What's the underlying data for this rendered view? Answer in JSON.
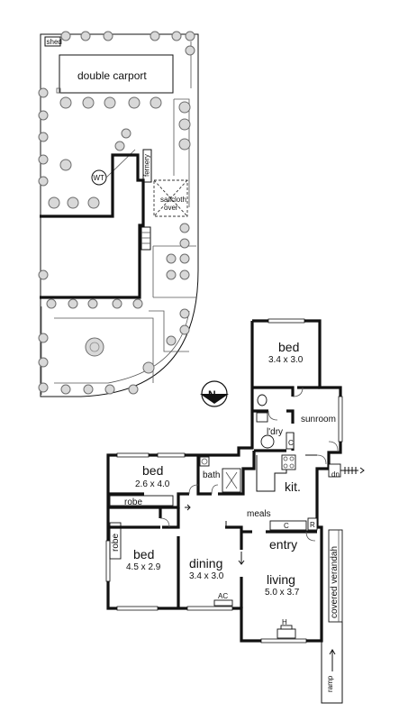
{
  "site": {
    "shed": "shed",
    "carport": "double carport",
    "water_tank": "WT",
    "fernery": "fernery",
    "sailcloth": "sailcloth over"
  },
  "rooms": {
    "bed1_name": "bed",
    "bed1_dim": "3.4 x 3.0",
    "sunroom": "sunroom",
    "laundry": "l'dry",
    "cupboard": "C",
    "bath": "bath",
    "bed2_name": "bed",
    "bed2_dim": "2.6 x 4.0",
    "robe_top": "robe",
    "robe_side": "robe",
    "bed3_name": "bed",
    "bed3_dim": "4.5 x 2.9",
    "kitchen": "kit.",
    "meals": "meals",
    "pantry": "C",
    "refrigerator": "R",
    "dining_name": "dining",
    "dining_dim": "3.4 x 3.0",
    "aircon": "AC",
    "entry": "entry",
    "living_name": "living",
    "living_dim": "5.0 x 3.7",
    "heater": "H",
    "verandah": "covered verandah",
    "down": "dn",
    "ramp": "ramp"
  },
  "compass": {
    "label": "N"
  }
}
